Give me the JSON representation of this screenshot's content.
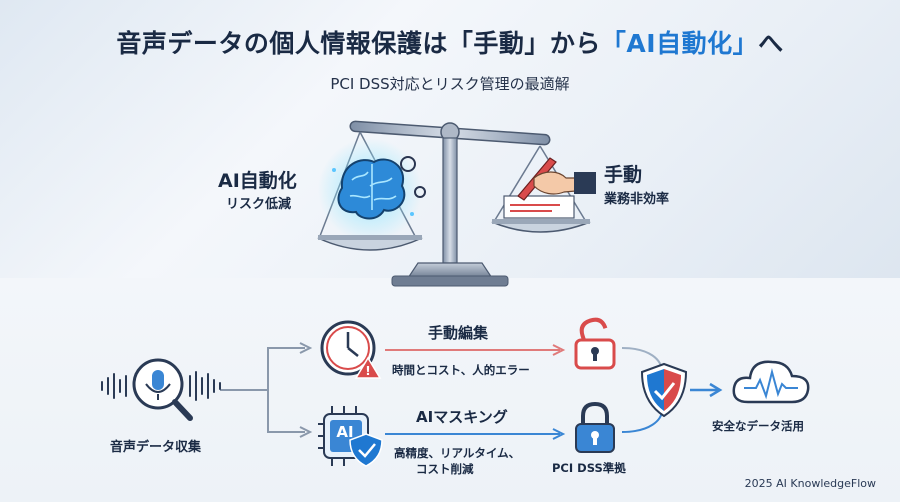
{
  "header": {
    "title_part1": "音声データの個人情報保護は「手動」から",
    "title_part2": "「AI自動化」",
    "title_part3": "へ",
    "subtitle": "PCI DSS対応とリスク管理の最適解"
  },
  "scale": {
    "left_title": "AI自動化",
    "left_sub": "リスク低減",
    "right_title": "手動",
    "right_sub": "業務非効率"
  },
  "flow": {
    "source_label": "音声データ収集",
    "manual_title": "手動編集",
    "manual_desc": "時間とコスト、人的エラー",
    "ai_title": "AIマスキング",
    "ai_desc_line1": "高精度、リアルタイム、",
    "ai_desc_line2": "コスト削減",
    "ai_chip_text": "AI",
    "compliance_label": "PCI DSS準拠",
    "result_label": "安全なデータ活用"
  },
  "footer": {
    "credit": "2025 AI KnowledgeFlow"
  },
  "colors": {
    "accent_blue": "#1f78d1",
    "manual_red": "#d94b4b",
    "dark_text": "#1a2a44"
  }
}
